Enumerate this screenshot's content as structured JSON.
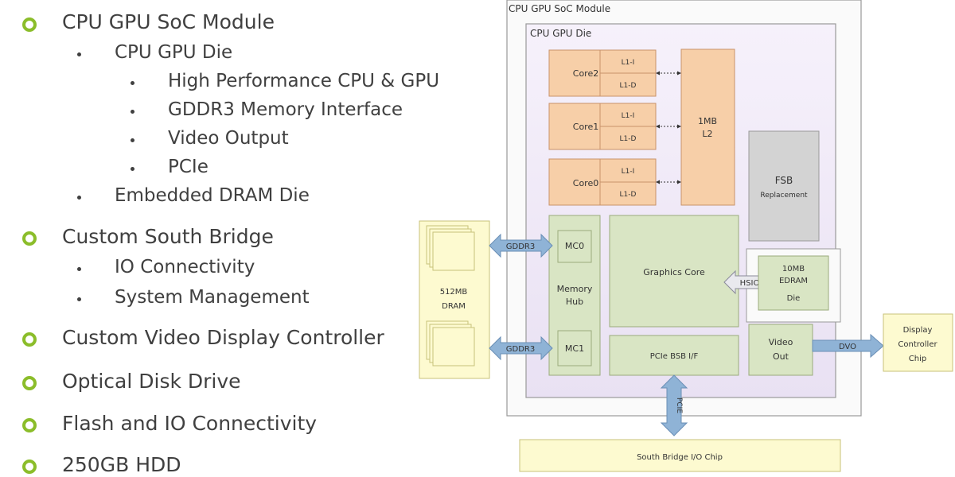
{
  "bullets": {
    "cpu_gpu_soc": "CPU GPU SoC Module",
    "cpu_gpu_die": "CPU GPU Die",
    "hp_cpu_gpu": "High Performance CPU & GPU",
    "gddr3_iface": "GDDR3 Memory Interface",
    "video_output": "Video Output",
    "pcie": "PCIe",
    "edram_die": "Embedded DRAM Die",
    "south_bridge": "Custom South Bridge",
    "io_conn": "IO Connectivity",
    "sys_mgmt": "System Management",
    "video_ctrl": "Custom Video Display Controller",
    "odd": "Optical Disk Drive",
    "flash_io": "Flash and IO Connectivity",
    "hdd": "250GB HDD"
  },
  "diagram": {
    "soc_module_title": "CPU GPU SoC Module",
    "die_title": "CPU GPU Die",
    "core2": "Core2",
    "core1": "Core1",
    "core0": "Core0",
    "l1i": "L1-I",
    "l1d": "L1-D",
    "l2_line1": "1MB",
    "l2_line2": "L2",
    "fsb_line1": "FSB",
    "fsb_line2": "Replacement",
    "memory_hub_line1": "Memory",
    "memory_hub_line2": "Hub",
    "mc0": "MC0",
    "mc1": "MC1",
    "graphics_core": "Graphics Core",
    "hsio": "HSIO",
    "edram_line1": "10MB",
    "edram_line2": "EDRAM",
    "edram_line3": "Die",
    "pcie_bsb": "PCIe BSB I/F",
    "video_out_line1": "Video",
    "video_out_line2": "Out",
    "dvo": "DVO",
    "gddr3_top": "GDDR3",
    "gddr3_bottom": "GDDR3",
    "dram_line1": "512MB",
    "dram_line2": "DRAM",
    "display_ctrl_line1": "Display",
    "display_ctrl_line2": "Controller",
    "display_ctrl_line3": "Chip",
    "pcie_arrow": "PCIE",
    "south_bridge_chip": "South Bridge I/O Chip"
  },
  "colors": {
    "bullet_ring": "#8bbd2a",
    "core_fill": "#f7cfa8",
    "core_stroke": "#c9936a",
    "module_fill": "#efe8f6",
    "block_fill": "#d9e5c4",
    "block_stroke": "#9aab7c",
    "fsb_fill": "#d3d3d3",
    "yellow_fill": "#fdfad0",
    "yellow_stroke": "#c8c27a",
    "arrow_fill": "#8fb3d6",
    "arrow_stroke": "#6a8fb6"
  }
}
